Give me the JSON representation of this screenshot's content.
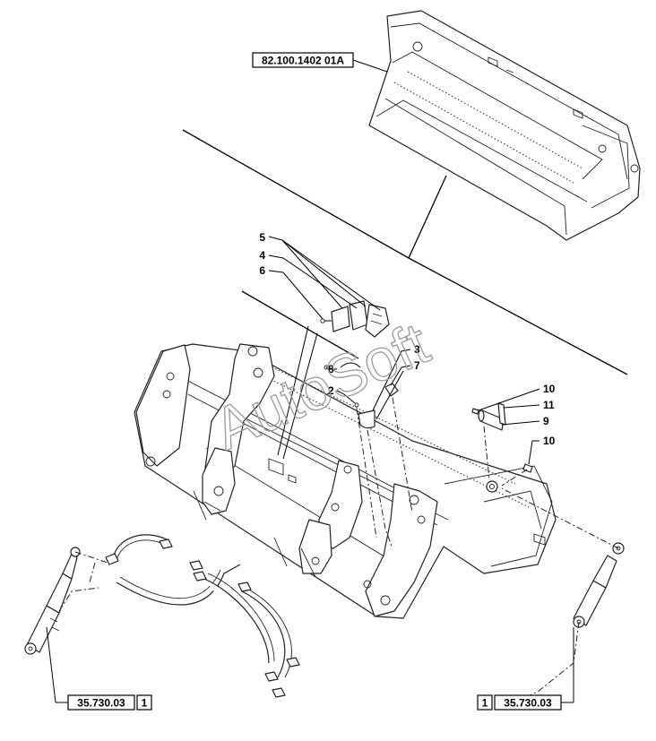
{
  "diagram": {
    "reference_top": "82.100.1402 01A",
    "reference_left": {
      "code": "35.730.03",
      "qty": "1"
    },
    "reference_right": {
      "qty": "1",
      "code": "35.730.03"
    },
    "watermark": "AutoSoft",
    "callouts": [
      "5",
      "4",
      "6",
      "3",
      "7",
      "8",
      "2",
      "10",
      "11",
      "9",
      "10"
    ]
  }
}
